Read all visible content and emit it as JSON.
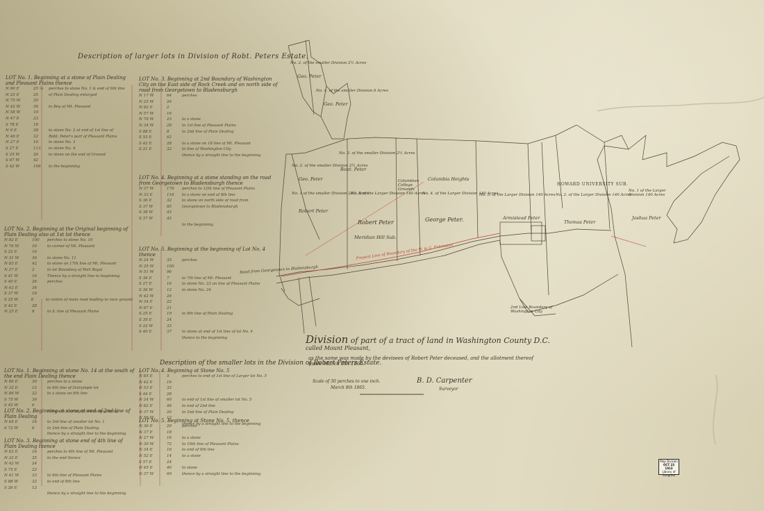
{
  "left_panel": {
    "title_large": "Description of larger lots in Division of Robt. Peters Estate.",
    "title_small": "Description of the smaller lots in the Division of Robert Peters Estate.",
    "lots_large": [
      {
        "id": "lot1",
        "head": "LOT No. 1. Beginning at a stone of Plain Dealing and Pleasant Plains thence",
        "rows": [
          [
            "N 86 E",
            "25 ⅛",
            "perches to stone No. 1 & end of 6th line"
          ],
          [
            "N 25 E",
            "25",
            "of Plain Dealing enlarged"
          ],
          [
            "N 75 W",
            "20",
            ""
          ],
          [
            "N 42 W",
            "36",
            "to Bey of Mt. Pleasant"
          ],
          [
            "N 58 W",
            "10",
            ""
          ],
          [
            "N 47 E",
            "23",
            ""
          ],
          [
            "S 78 E",
            "18",
            ""
          ],
          [
            "N 9 E",
            "28",
            "to stone No. 2 at end of 1st line of"
          ],
          [
            "N 46 E",
            "32",
            "Robt. Peter's part of Pleasant Plains"
          ],
          [
            "N 27 E",
            "16",
            "to stone No. 3"
          ],
          [
            "S 27 E",
            "113",
            "to stone No. 4"
          ],
          [
            "S 25 W",
            "26",
            "to stone on the end of Ground"
          ],
          [
            "S 87 W",
            "42",
            ""
          ],
          [
            "S 42 W",
            "106",
            "to the beginning"
          ]
        ]
      },
      {
        "id": "lot2",
        "head": "LOT No. 2. Beginning at the Original beginning of Plain Dealing also at 1st lot thence",
        "rows": [
          [
            "N 82 E",
            "100",
            "perches to stone No. 10"
          ],
          [
            "N 76 W",
            "16",
            "to corner of Mt. Pleasant"
          ],
          [
            "S 22 E",
            "16",
            ""
          ],
          [
            "N 31 W",
            "36",
            "to stone No. 11"
          ],
          [
            "N 83 E",
            "42",
            "to stone on 17th line of Mt. Pleasant"
          ],
          [
            "N 27 E",
            "2",
            "to lot Boundary of Port Royal"
          ],
          [
            "S 41 W",
            "16",
            "Thence by a straight line to beginning"
          ],
          [
            "S 40 E",
            "26",
            "perches"
          ],
          [
            "N 42 E",
            "34",
            ""
          ],
          [
            "S 37 W",
            "16",
            ""
          ],
          [
            "S 25 W",
            "8",
            "to centre of main road leading to race ground"
          ],
          [
            "S 42 E",
            "28",
            ""
          ],
          [
            "N 25 E",
            "8",
            "to S. line of Pleasant Plains"
          ]
        ]
      }
    ],
    "lots_large_right": [
      {
        "id": "lot3",
        "head": "LOT No. 3. Beginning at 2nd Boundary of Washington City on the East side of Rock Creek and on north side of road from Georgetown to Bladensburgh",
        "rows": [
          [
            "N 17 W",
            "64",
            "perches"
          ],
          [
            "N 25 W",
            "26",
            ""
          ],
          [
            "N 82 E",
            "2",
            ""
          ],
          [
            "N 57 W",
            "16",
            ""
          ],
          [
            "N 76 W",
            "23",
            "to a stone"
          ],
          [
            "N 34 W",
            "28",
            "to 1st line of Pleasant Plains"
          ],
          [
            "S 88 E",
            "8",
            "to 2nd line of Plain Dealing"
          ],
          [
            "S 53 E",
            "62",
            ""
          ],
          [
            "S 42 E",
            "28",
            "to a stone on 18 line of Mt. Pleasant"
          ],
          [
            "S 21 E",
            "32",
            "to line of Washington City"
          ],
          [
            "",
            "",
            "thence by a straight line to the beginning"
          ]
        ]
      },
      {
        "id": "lot4",
        "head": "LOT No. 4. Beginning at a stone standing on the road from Georgetown to Bladensburgh thence",
        "rows": [
          [
            "N 37 W",
            "176",
            "perches to 12th line of Pleasant Plains"
          ],
          [
            "N 33 E",
            "116",
            "to a stone on end of 8th line"
          ],
          [
            "S 36 E",
            "32",
            "to stone on north side of road from"
          ],
          [
            "S 37 W",
            "85",
            "Georgetown to Bladensburgh"
          ],
          [
            "S 38 W",
            "43",
            ""
          ],
          [
            "S 37 W",
            "42",
            ""
          ],
          [
            "",
            "",
            "to the beginning"
          ]
        ]
      },
      {
        "id": "lot5",
        "head": "LOT No. 5. Beginning at the beginning of Lot No. 4 thence",
        "rows": [
          [
            "N 24 W",
            "35",
            "perches"
          ],
          [
            "N 25 W",
            "100",
            ""
          ],
          [
            "N 51 W",
            "96",
            ""
          ],
          [
            "S 36 E",
            "7",
            "to 7th line of Mt. Pleasant"
          ],
          [
            "S 27 E",
            "10",
            "to stone No. 23 on line of Pleasant Plains"
          ],
          [
            "S 36 W",
            "12",
            "to stone No. 24"
          ],
          [
            "N 42 W",
            "26",
            ""
          ],
          [
            "N 34 E",
            "22",
            ""
          ],
          [
            "N 87 E",
            "21",
            ""
          ],
          [
            "S 25 E",
            "19",
            "to 9th line of Plain Dealing"
          ],
          [
            "S 39 E",
            "24",
            ""
          ],
          [
            "S 22 W",
            "33",
            ""
          ],
          [
            "S 40 E",
            "37",
            "to stone at end of 1st line of lot No. 4"
          ],
          [
            "",
            "",
            "thence to the beginning"
          ]
        ]
      }
    ],
    "lots_small": [
      {
        "id": "slot1",
        "head": "LOT No. 1. Beginning at stone No. 14 at the south of the end Plain Dealing thence",
        "rows": [
          [
            "N 86 E",
            "30",
            "perches to a stone"
          ],
          [
            "N 32 E",
            "12",
            "to 6th line of Dalrymple lot"
          ],
          [
            "N 86 W",
            "22",
            "to a stone on 6th line"
          ],
          [
            "S 75 W",
            "36",
            ""
          ],
          [
            "S 45 W",
            "6",
            ""
          ],
          [
            "",
            "",
            "thence in a straight line to beginning"
          ]
        ]
      },
      {
        "id": "slot2",
        "head": "LOT No. 2. Beginning at stone at end of 2nd line of Plain Dealing",
        "rows": [
          [
            "N 64 E",
            "16",
            "to 3rd line of smaller lot No. 1"
          ],
          [
            "S 72 W",
            "6",
            "to 2nd line of Plain Dealing"
          ],
          [
            "",
            "",
            "thence by a straight line to the beginning"
          ]
        ]
      },
      {
        "id": "slot3",
        "head": "LOT No. 3. Beginning at stone end of 4th line of Plain Dealing thence",
        "rows": [
          [
            "N 62 E",
            "16",
            "perches to 4th line of Mt. Pleasant"
          ],
          [
            "N 32 E",
            "35",
            "to the end thence"
          ],
          [
            "N 42 W",
            "24",
            ""
          ],
          [
            "S 75 E",
            "22",
            ""
          ],
          [
            "N 41 W",
            "33",
            "to 6th line of Pleasant Plains"
          ],
          [
            "S 88 W",
            "32",
            "to end of 8th line"
          ],
          [
            "S 26 E",
            "12",
            ""
          ],
          [
            "",
            "",
            "thence by a straight line to the beginning"
          ]
        ]
      }
    ],
    "lots_small_right": [
      {
        "id": "slot4",
        "head": "LOT No. 4. Beginning at Stone No. 5",
        "rows": [
          [
            "N 85 E",
            "5",
            "perches to end of 1st line of Larger lot No. 5"
          ],
          [
            "N 42 E",
            "16",
            ""
          ],
          [
            "N 53 E",
            "32",
            ""
          ],
          [
            "S 44 E",
            "28",
            ""
          ],
          [
            "N 24 W",
            "60",
            "to end of 1st line of smaller lot No. 5"
          ],
          [
            "N 82 E",
            "46",
            "to end of 2nd line"
          ],
          [
            "N 37 W",
            "26",
            "to 2nd line of Plain Dealing"
          ],
          [
            "N 56 W",
            "13",
            ""
          ],
          [
            "",
            "",
            "thence by a straight line to the beginning"
          ]
        ]
      },
      {
        "id": "slot5",
        "head": "LOT No. 5. Beginning at Stone No. 5, thence",
        "rows": [
          [
            "N 36 E",
            "20",
            "perches"
          ],
          [
            "N 37 E",
            "18",
            ""
          ],
          [
            "N 27 W",
            "16",
            "to a stone"
          ],
          [
            "N 30 W",
            "72",
            "to 10th line of Pleasant Plains"
          ],
          [
            "N 34 E",
            "16",
            "to end of 9th line"
          ],
          [
            "N 52 E",
            "14",
            "to a stone"
          ],
          [
            "S 57 E",
            "24",
            ""
          ],
          [
            "N 45 E",
            "40",
            "to stone"
          ],
          [
            "N 37 W",
            "60",
            "thence by a straight line to the beginning"
          ]
        ]
      }
    ]
  },
  "map": {
    "title_prefix": "Division",
    "title_rest": "of part of a tract of land in Washington County D.C.",
    "subtitle": "called Mount Pleasant,",
    "note": "as the same was made by the devisees of Robert Peter deceased, and the allotment thereof made March 8th 1865.",
    "scale": "Scale of 30 perches to one inch.",
    "date": "March 8th 1865.",
    "surveyor": "B. D. Carpenter",
    "surveyor_role": "Surveyor",
    "labels": {
      "div_top1": "No. 2. of the smaller Division 2½ Acres",
      "owner_top1": "Geo. Peter",
      "div_top2": "No. 4. of the smaller Division 6 Acres",
      "owner_top2": "Geo. Peter",
      "div_small3": "No. 3. of the smaller Division 2½ Acres",
      "owner_small3": "Robt. Peter",
      "div_small2": "No. 2. of the smaller Division 2½ Acres",
      "owner_small2": "Geo. Peter",
      "div_small1": "No. 1 of the smaller Division 24½ Acres",
      "owner_small1": "Robert Peter",
      "div_large5": "No. 5 of the Larger Division 140 Acres",
      "owner_large5": "Robert Peter",
      "meridian": "Meridian Hill Sub.",
      "college": "Columbian College Grounds",
      "heights": "Columbia Heights",
      "div_large4": "No. 4. of the Larger Division 140 Acres",
      "owner_large4": "George Peter.",
      "div_large3": "No. 3. of the Larger Division 140 Acres",
      "owner_large3": "Armistead Peter",
      "howard": "HOWARD UNIVERSITY SUB.",
      "div_large2": "No. 2. of the Larger Division 140 Acres",
      "owner_large2": "Thomas Peter",
      "div_large1": "No. 1 of the Larger Division 140 Acres",
      "owner_large1": "Joshua Peter",
      "boundary": "2nd Line Boundary of Washington City",
      "road": "Road from Georgetown to Bladensburgh",
      "red_line": "Present Line of Boundary of the W. & G. Extension"
    }
  },
  "stamp": {
    "line1": "Map Division",
    "line2": "OCT 23 1913",
    "line3": "Library of Congress"
  }
}
